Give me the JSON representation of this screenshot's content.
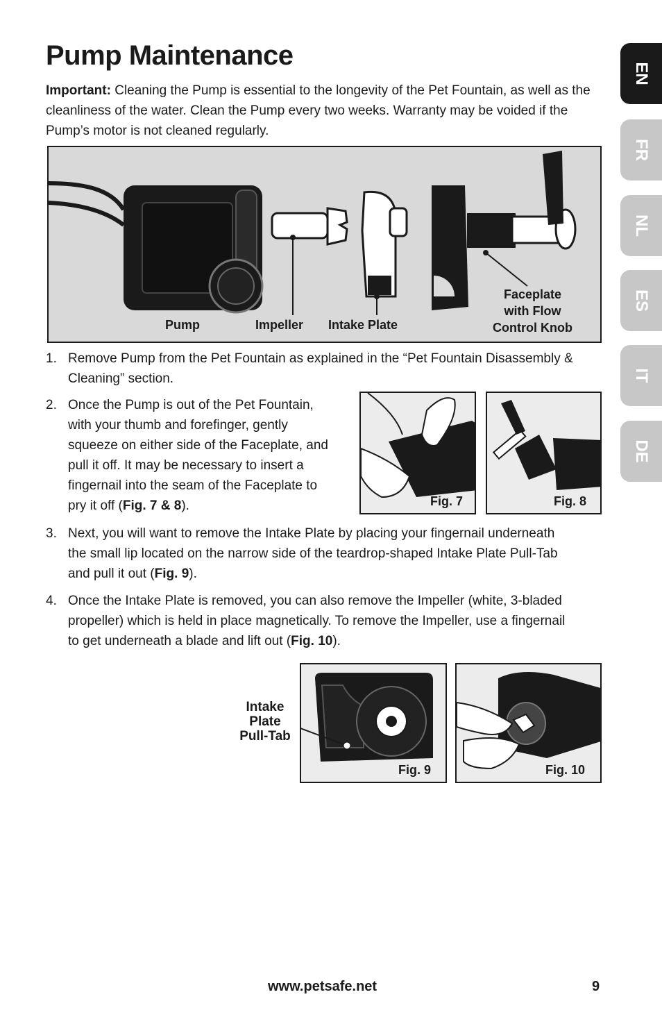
{
  "page": {
    "title": "Pump Maintenance",
    "intro_label": "Important:",
    "intro_text": " Cleaning the Pump is essential to the longevity of the Pet Fountain, as well as the cleanliness of the water. Clean the Pump every two weeks. Warranty may be voided if the Pump’s motor is not cleaned regularly.",
    "page_number": "9",
    "website": "www.petsafe.net"
  },
  "language_tabs": [
    {
      "code": "EN",
      "active": true
    },
    {
      "code": "FR",
      "active": false
    },
    {
      "code": "NL",
      "active": false
    },
    {
      "code": "ES",
      "active": false
    },
    {
      "code": "IT",
      "active": false
    },
    {
      "code": "DE",
      "active": false
    }
  ],
  "parts_diagram": {
    "pump": "Pump",
    "impeller": "Impeller",
    "intake_plate": "Intake Plate",
    "faceplate_1": "Faceplate",
    "faceplate_2": "with Flow",
    "faceplate_3": "Control Knob"
  },
  "steps": [
    {
      "num": "1.",
      "lines": [
        "Remove Pump from the Pet Fountain as explained in the “Pet Fountain Disassembly &",
        "Cleaning” section."
      ]
    },
    {
      "num": "2.",
      "lines": [
        "Once the Pump is out of the Pet Fountain,",
        "with your thumb and forefinger, gently",
        "squeeze on either side of the Faceplate, and",
        "pull it off. It may be necessary to insert a",
        "fingernail into the seam of the Faceplate to"
      ],
      "last_pre": "pry it off (",
      "last_bold": "Fig. 7 & 8",
      "last_post": ")."
    },
    {
      "num": "3.",
      "lines": [
        "Next, you will want to remove the Intake Plate by placing your fingernail underneath",
        "the small lip located on the narrow side of the teardrop-shaped Intake Plate Pull-Tab"
      ],
      "last_pre": "and pull it out (",
      "last_bold": "Fig. 9",
      "last_post": ")."
    },
    {
      "num": "4.",
      "lines": [
        "Once the Intake Plate is removed, you can also remove the Impeller (white, 3-bladed",
        "propeller) which is held in place magnetically. To remove the Impeller, use a fingernail"
      ],
      "last_pre": "to get underneath a blade and lift out (",
      "last_bold": "Fig. 10",
      "last_post": ")."
    }
  ],
  "figures": {
    "fig7": "Fig. 7",
    "fig8": "Fig. 8",
    "fig9": "Fig. 9",
    "fig10": "Fig. 10",
    "pull_tab_1": "Intake",
    "pull_tab_2": "Plate",
    "pull_tab_3": "Pull-Tab"
  }
}
